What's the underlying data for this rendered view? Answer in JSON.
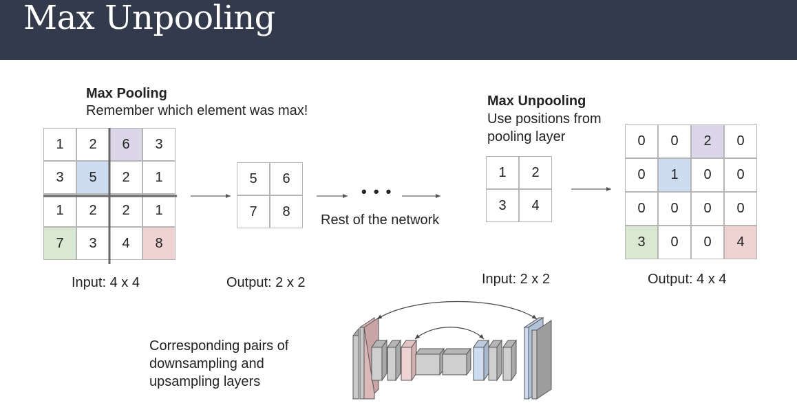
{
  "title": "Max Unpooling",
  "pooling": {
    "heading": "Max Pooling",
    "subheading": "Remember which element was max!",
    "input_caption": "Input: 4 x 4",
    "output_caption": "Output: 2 x 2",
    "input": [
      [
        "1",
        "2",
        "6",
        "3"
      ],
      [
        "3",
        "5",
        "2",
        "1"
      ],
      [
        "1",
        "2",
        "2",
        "1"
      ],
      [
        "7",
        "3",
        "4",
        "8"
      ]
    ],
    "output": [
      [
        "5",
        "6"
      ],
      [
        "7",
        "8"
      ]
    ]
  },
  "network": {
    "ellipsis": "• • •",
    "label": "Rest of the network"
  },
  "unpooling": {
    "heading": "Max Unpooling",
    "subheading_line1": "Use positions from",
    "subheading_line2": "pooling layer",
    "input_caption": "Input: 2 x 2",
    "output_caption": "Output: 4 x 4",
    "input": [
      [
        "1",
        "2"
      ],
      [
        "3",
        "4"
      ]
    ],
    "output": [
      [
        "0",
        "0",
        "2",
        "0"
      ],
      [
        "0",
        "1",
        "0",
        "0"
      ],
      [
        "0",
        "0",
        "0",
        "0"
      ],
      [
        "3",
        "0",
        "0",
        "4"
      ]
    ]
  },
  "pairs": {
    "line1": "Corresponding pairs of",
    "line2": "downsampling and",
    "line3": "upsampling layers"
  },
  "colors": {
    "title_bg": "#323a4c",
    "purple": "#dcd6e9",
    "blue": "#cddcf0",
    "green": "#d9e8d3",
    "red": "#efd2d2"
  }
}
